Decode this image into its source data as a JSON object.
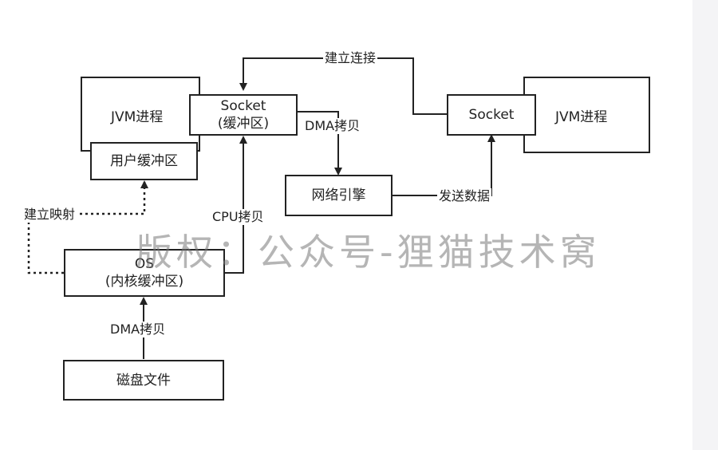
{
  "nodes": {
    "jvm_left": "JVM进程",
    "jvm_right": "JVM进程",
    "socket_left": {
      "line1": "Socket",
      "line2": "(缓冲区)"
    },
    "socket_right": "Socket",
    "user_buffer": "用户缓冲区",
    "os": {
      "line1": "OS",
      "line2": "(内核缓冲区)"
    },
    "network_engine": "网络引擎",
    "disk_file": "磁盘文件"
  },
  "edges": {
    "establish_connection": "建立连接",
    "dma_copy_socket": "DMA拷贝",
    "send_data": "发送数据",
    "establish_mapping": "建立映射",
    "cpu_copy": "CPU拷贝",
    "dma_copy_disk": "DMA拷贝"
  },
  "watermark": "版权：公众号-狸猫技术窝",
  "colors": {
    "line": "#222222",
    "watermark": "#8a8a8a",
    "strip": "#f4f4f6"
  }
}
